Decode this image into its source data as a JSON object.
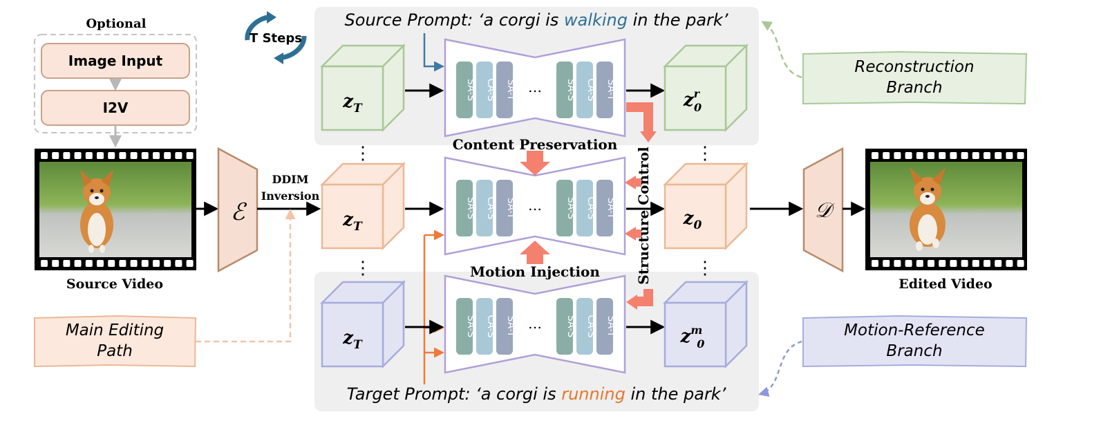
{
  "optional_label": "Optional",
  "image_input": "Image Input",
  "i2v": "I2V",
  "source_video_label": "Source Video",
  "edited_video_label": "Edited Video",
  "encoder_symbol": "ℰ",
  "decoder_symbol": "𝒟",
  "ddim_line1": "DDIM",
  "ddim_line2": "Inversion",
  "t_steps": "T Steps",
  "source_prompt": {
    "prefix": "Source Prompt: ‘a corgi is ",
    "highlight": "walking",
    "suffix": " in the park’"
  },
  "target_prompt": {
    "prefix": "Target Prompt: ‘a corgi is ",
    "highlight": "running",
    "suffix": " in the park’"
  },
  "latents": {
    "zT": "z",
    "zT_sub": "T",
    "z0": "z",
    "z0_sub": "0",
    "z0r_sup": "r",
    "z0m_sup": "m"
  },
  "blocks": [
    "SA-S",
    "CA-S",
    "SA-T",
    "SA-S",
    "CA-S",
    "SA-T"
  ],
  "ellipsis": "…",
  "content_preservation": "Content Preservation",
  "motion_injection": "Motion Injection",
  "structure_control": "Structure Control",
  "vdots": "⋮",
  "legend": {
    "reconstruction": [
      "Reconstruction",
      "Branch"
    ],
    "main_editing": [
      "Main Editing",
      "Path"
    ],
    "motion_reference": [
      "Motion-Reference",
      "Branch"
    ]
  },
  "colors": {
    "recon_fill": "#e8f0e2",
    "recon_stroke": "#a8c896",
    "main_fill": "#fce8dc",
    "main_stroke": "#eab896",
    "motion_fill": "#e2e4f4",
    "motion_stroke": "#a6acdc",
    "unet_stroke": "#b0a0d8",
    "panel_fill": "#efefef",
    "salmon": "#f4806e",
    "orange_arrow": "#ee7a3a",
    "blue_arrow": "#3c7aa6",
    "walking": "#2e6f96",
    "running": "#e8762e",
    "blk1": "#8aaea6",
    "blk2": "#a8c8d6",
    "blk3": "#9aa6bc",
    "encoder_fill": "#f6dfd2",
    "encoder_stroke": "#b98a6a",
    "box_fill": "#fbe5da",
    "box_stroke": "#c8a088"
  }
}
